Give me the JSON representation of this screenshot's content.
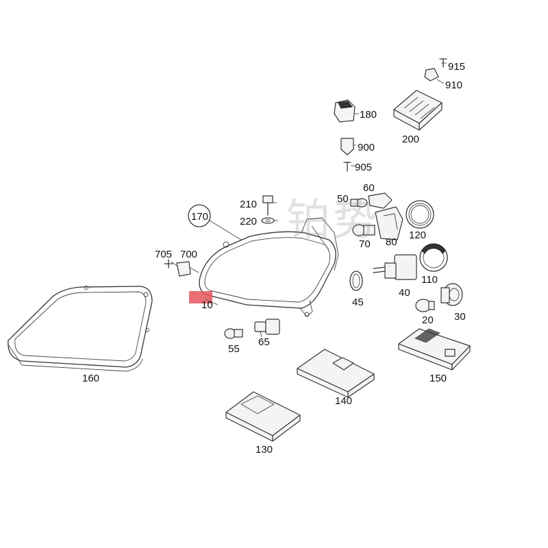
{
  "parts": {
    "p10": "10",
    "p20": "20",
    "p30": "30",
    "p40": "40",
    "p45": "45",
    "p50": "50",
    "p55": "55",
    "p60": "60",
    "p65": "65",
    "p70": "70",
    "p80": "80",
    "p110": "110",
    "p120": "120",
    "p130": "130",
    "p140": "140",
    "p150": "150",
    "p160": "160",
    "p170": "170",
    "p180": "180",
    "p200": "200",
    "p210": "210",
    "p220": "220",
    "p700": "700",
    "p705": "705",
    "p900": "900",
    "p905": "905",
    "p910": "910",
    "p915": "915"
  },
  "watermark": "铂势",
  "colors": {
    "highlight": "#e8555c",
    "line": "#333333"
  }
}
